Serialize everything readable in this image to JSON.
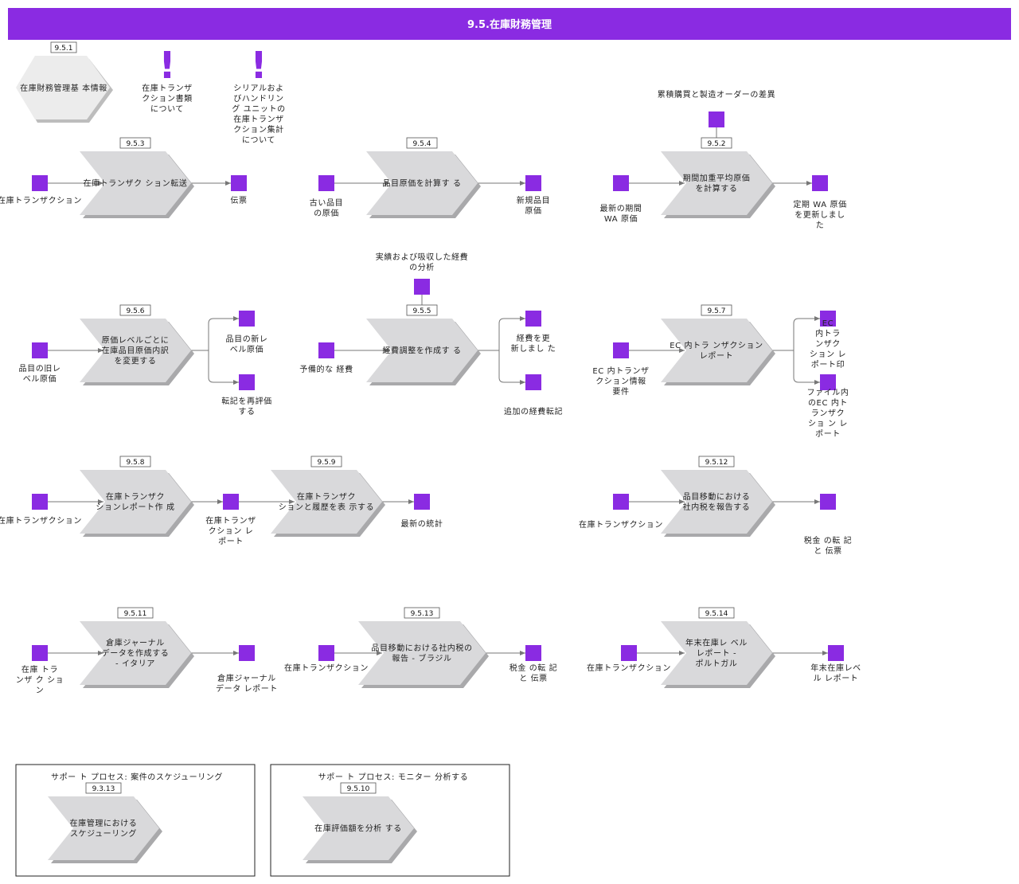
{
  "title": "9.5.在庫財務管理",
  "colors": {
    "header": "#8a2be2",
    "event": "#8a2be2",
    "process": "#d9d9db",
    "processShadow": "#a9a9ab",
    "connector": "#777777"
  },
  "info": {
    "id": "9.5.1",
    "label": [
      "在庫財務管理基 本情報"
    ]
  },
  "notes": [
    {
      "icon": "exclamation-icon",
      "text": [
        "在庫トランザ",
        "クション書類",
        "について"
      ]
    },
    {
      "icon": "exclamation-icon",
      "text": [
        "シリアルおよ",
        "びハンドリン",
        "グ ユニットの",
        "在庫トランザ",
        "クション集計",
        "について"
      ]
    }
  ],
  "processes": [
    {
      "id": "9.5.3",
      "label": [
        "在庫トランザク ション転送"
      ],
      "inputs": [
        {
          "label": [
            "在庫トランザクション"
          ]
        }
      ],
      "outputs": [
        {
          "label": [
            "伝票"
          ]
        }
      ]
    },
    {
      "id": "9.5.4",
      "label": [
        "品目原価を計算す る"
      ],
      "inputs": [
        {
          "label": [
            "古い品目",
            "の原価"
          ]
        }
      ],
      "outputs": [
        {
          "label": [
            "新規品目",
            "原価"
          ]
        }
      ]
    },
    {
      "id": "9.5.2",
      "label": [
        "期間加重平均原価",
        "を計算する"
      ],
      "above": {
        "label": [
          "累積購買と製造オーダーの差異"
        ]
      },
      "inputs": [
        {
          "label": [
            "最新の期間",
            "WA 原価"
          ]
        }
      ],
      "outputs": [
        {
          "label": [
            "定期 WA 原価",
            "を更新しまし",
            "た"
          ]
        }
      ]
    },
    {
      "id": "9.5.6",
      "label": [
        "原価レベルごとに",
        "在庫品目原価内訳",
        "を変更する"
      ],
      "inputs": [
        {
          "label": [
            "品目の旧レ",
            "ベル原価"
          ]
        }
      ],
      "outputs": [
        {
          "label": [
            "品目の新レ",
            "ベル原価"
          ]
        },
        {
          "label": [
            "転記を再評価",
            "する"
          ]
        }
      ]
    },
    {
      "id": "9.5.5",
      "label": [
        "経費調整を作成す る"
      ],
      "above": {
        "label": [
          "実績および吸収した経費",
          "の分析"
        ]
      },
      "inputs": [
        {
          "label": [
            "予備的な 経費"
          ]
        }
      ],
      "outputs": [
        {
          "label": [
            "経費を更",
            "新しまし た"
          ]
        },
        {
          "label": [
            "追加の経費転記"
          ]
        }
      ]
    },
    {
      "id": "9.5.7",
      "label": [
        "EC 内トラ ンザクション",
        "レポート"
      ],
      "inputs": [
        {
          "label": [
            "EC 内トランザ",
            "クション情報",
            "要件"
          ]
        }
      ],
      "outputs": [
        {
          "label": [
            "EC",
            "内トラ",
            "ンザク",
            "ション レ",
            "ポート印"
          ]
        },
        {
          "label": [
            "ファイル内",
            "のEC 内ト",
            "ランザク",
            "ショ ン レ",
            "ポート"
          ]
        }
      ]
    },
    {
      "id": "9.5.8",
      "label": [
        "在庫トランザク",
        "ションレポート作 成"
      ],
      "inputs": [
        {
          "label": [
            "在庫トランザクション"
          ]
        }
      ],
      "outputs": [
        {
          "label": [
            "在庫トランザ",
            "クション レ",
            "ポート"
          ]
        }
      ]
    },
    {
      "id": "9.5.9",
      "label": [
        "在庫トランザク",
        "ションと履歴を表 示する"
      ],
      "outputs": [
        {
          "label": [
            "最新の統計"
          ]
        }
      ]
    },
    {
      "id": "9.5.12",
      "label": [
        "品目移動における",
        "社内税を報告する"
      ],
      "inputs": [
        {
          "label": [
            "在庫トランザクション"
          ]
        }
      ],
      "outputs": [
        {
          "label": [
            "税金 の転 記",
            "と 伝票"
          ]
        }
      ]
    },
    {
      "id": "9.5.11",
      "label": [
        "倉庫ジャーナル",
        "データを作成する",
        "- イタリア"
      ],
      "inputs": [
        {
          "label": [
            "在庫 トラ",
            "ンザ ク ショ",
            "ン"
          ]
        }
      ],
      "outputs": [
        {
          "label": [
            "倉庫ジャーナル",
            "データ レポート"
          ]
        }
      ]
    },
    {
      "id": "9.5.13",
      "label": [
        "品目移動における社内税の",
        "報告 - ブラジル"
      ],
      "inputs": [
        {
          "label": [
            "在庫トランザクション"
          ]
        }
      ],
      "outputs": [
        {
          "label": [
            "税金 の転 記",
            "と 伝票"
          ]
        }
      ]
    },
    {
      "id": "9.5.14",
      "label": [
        "年末在庫レ ベル",
        "レポート -",
        "ポルトガル"
      ],
      "inputs": [
        {
          "label": [
            "在庫トランザクション"
          ]
        }
      ],
      "outputs": [
        {
          "label": [
            "年末在庫レベ",
            "ル レポート"
          ]
        }
      ]
    }
  ],
  "support": [
    {
      "title": "サポー ト プロセス: 案件のスケジューリング",
      "id": "9.3.13",
      "label": [
        "在庫管理における",
        "スケジューリング"
      ]
    },
    {
      "title": "サポー ト プロセス: モニター 分析する",
      "id": "9.5.10",
      "label": [
        "在庫評価額を分析 する"
      ]
    }
  ]
}
